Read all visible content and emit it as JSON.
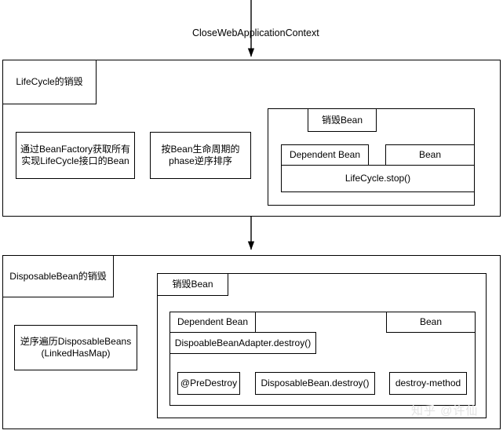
{
  "diagram": {
    "title_flow_label": "CloseWebApplicationContext",
    "watermark": "知乎 @许仙",
    "accent_color": "#000000",
    "background_color": "#ffffff",
    "sections": [
      {
        "id": "lifecycle",
        "label": "LifeCycle的销毁",
        "steps": [
          {
            "id": "step-get-beans",
            "text": "通过BeanFactory获取所有\n实现LifeCycle接口的Bean"
          },
          {
            "id": "step-sort-phase",
            "text": "按Bean生命周期的\nphase逆序排序"
          }
        ],
        "destroy_group": {
          "label": "销毁Bean",
          "dependent_bean": "Dependent Bean",
          "bean": "Bean",
          "action": "LifeCycle.stop()"
        }
      },
      {
        "id": "disposablebean",
        "label": "DisposableBean的销毁",
        "steps": [
          {
            "id": "step-iterate-disposables",
            "text": "逆序遍历DisposableBeans\n(LinkedHasMap)"
          }
        ],
        "destroy_group": {
          "label": "销毁Bean",
          "dependent_bean": "Dependent Bean",
          "bean": "Bean",
          "adapter": "DispoableBeanAdapter.destroy()",
          "callbacks": [
            {
              "id": "cb-predestroy",
              "text": "@PreDestroy"
            },
            {
              "id": "cb-disposablebean",
              "text": "DisposableBean.destroy()"
            },
            {
              "id": "cb-destroy-method",
              "text": "destroy-method"
            }
          ]
        }
      }
    ]
  }
}
